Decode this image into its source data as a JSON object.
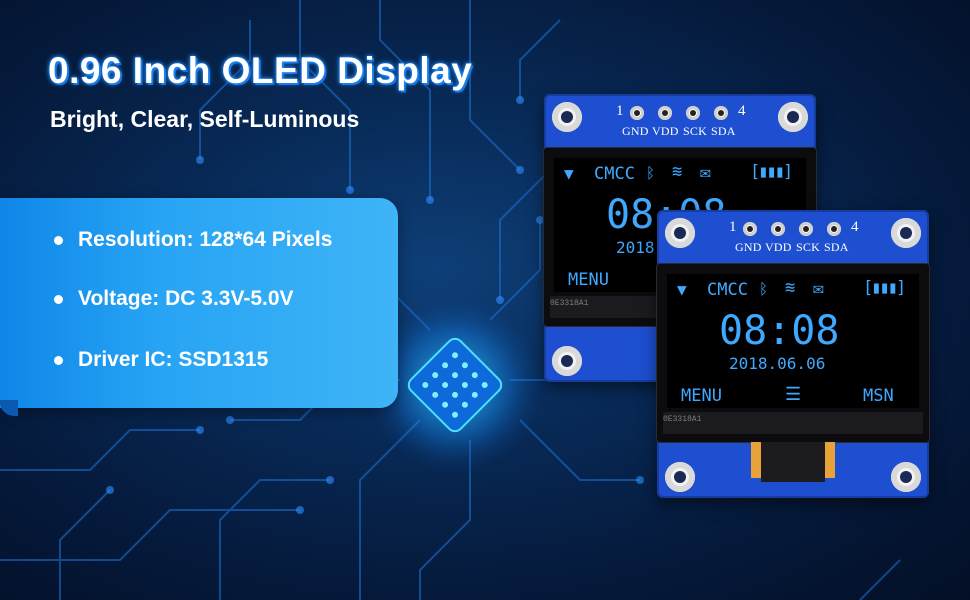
{
  "header": {
    "title": "0.96 Inch OLED Display",
    "subtitle": "Bright, Clear, Self-Luminous"
  },
  "specs": [
    "Resolution: 128*64 Pixels",
    "Voltage: DC 3.3V-5.0V",
    "Driver IC: SSD1315"
  ],
  "module": {
    "pin_first": "1",
    "pin_last": "4",
    "pins": [
      "GND",
      "VDD",
      "SCK",
      "SDA"
    ],
    "ic_code": "0E3318A1",
    "screen": {
      "carrier": "CMCC",
      "time": "08:08",
      "date": "2018.06.06",
      "left_soft_key": "MENU",
      "right_soft_key": "MSN"
    }
  },
  "colors": {
    "accent": "#3fa9ff",
    "pcb": "#1d4fd0",
    "panel": "#27a4f4"
  }
}
